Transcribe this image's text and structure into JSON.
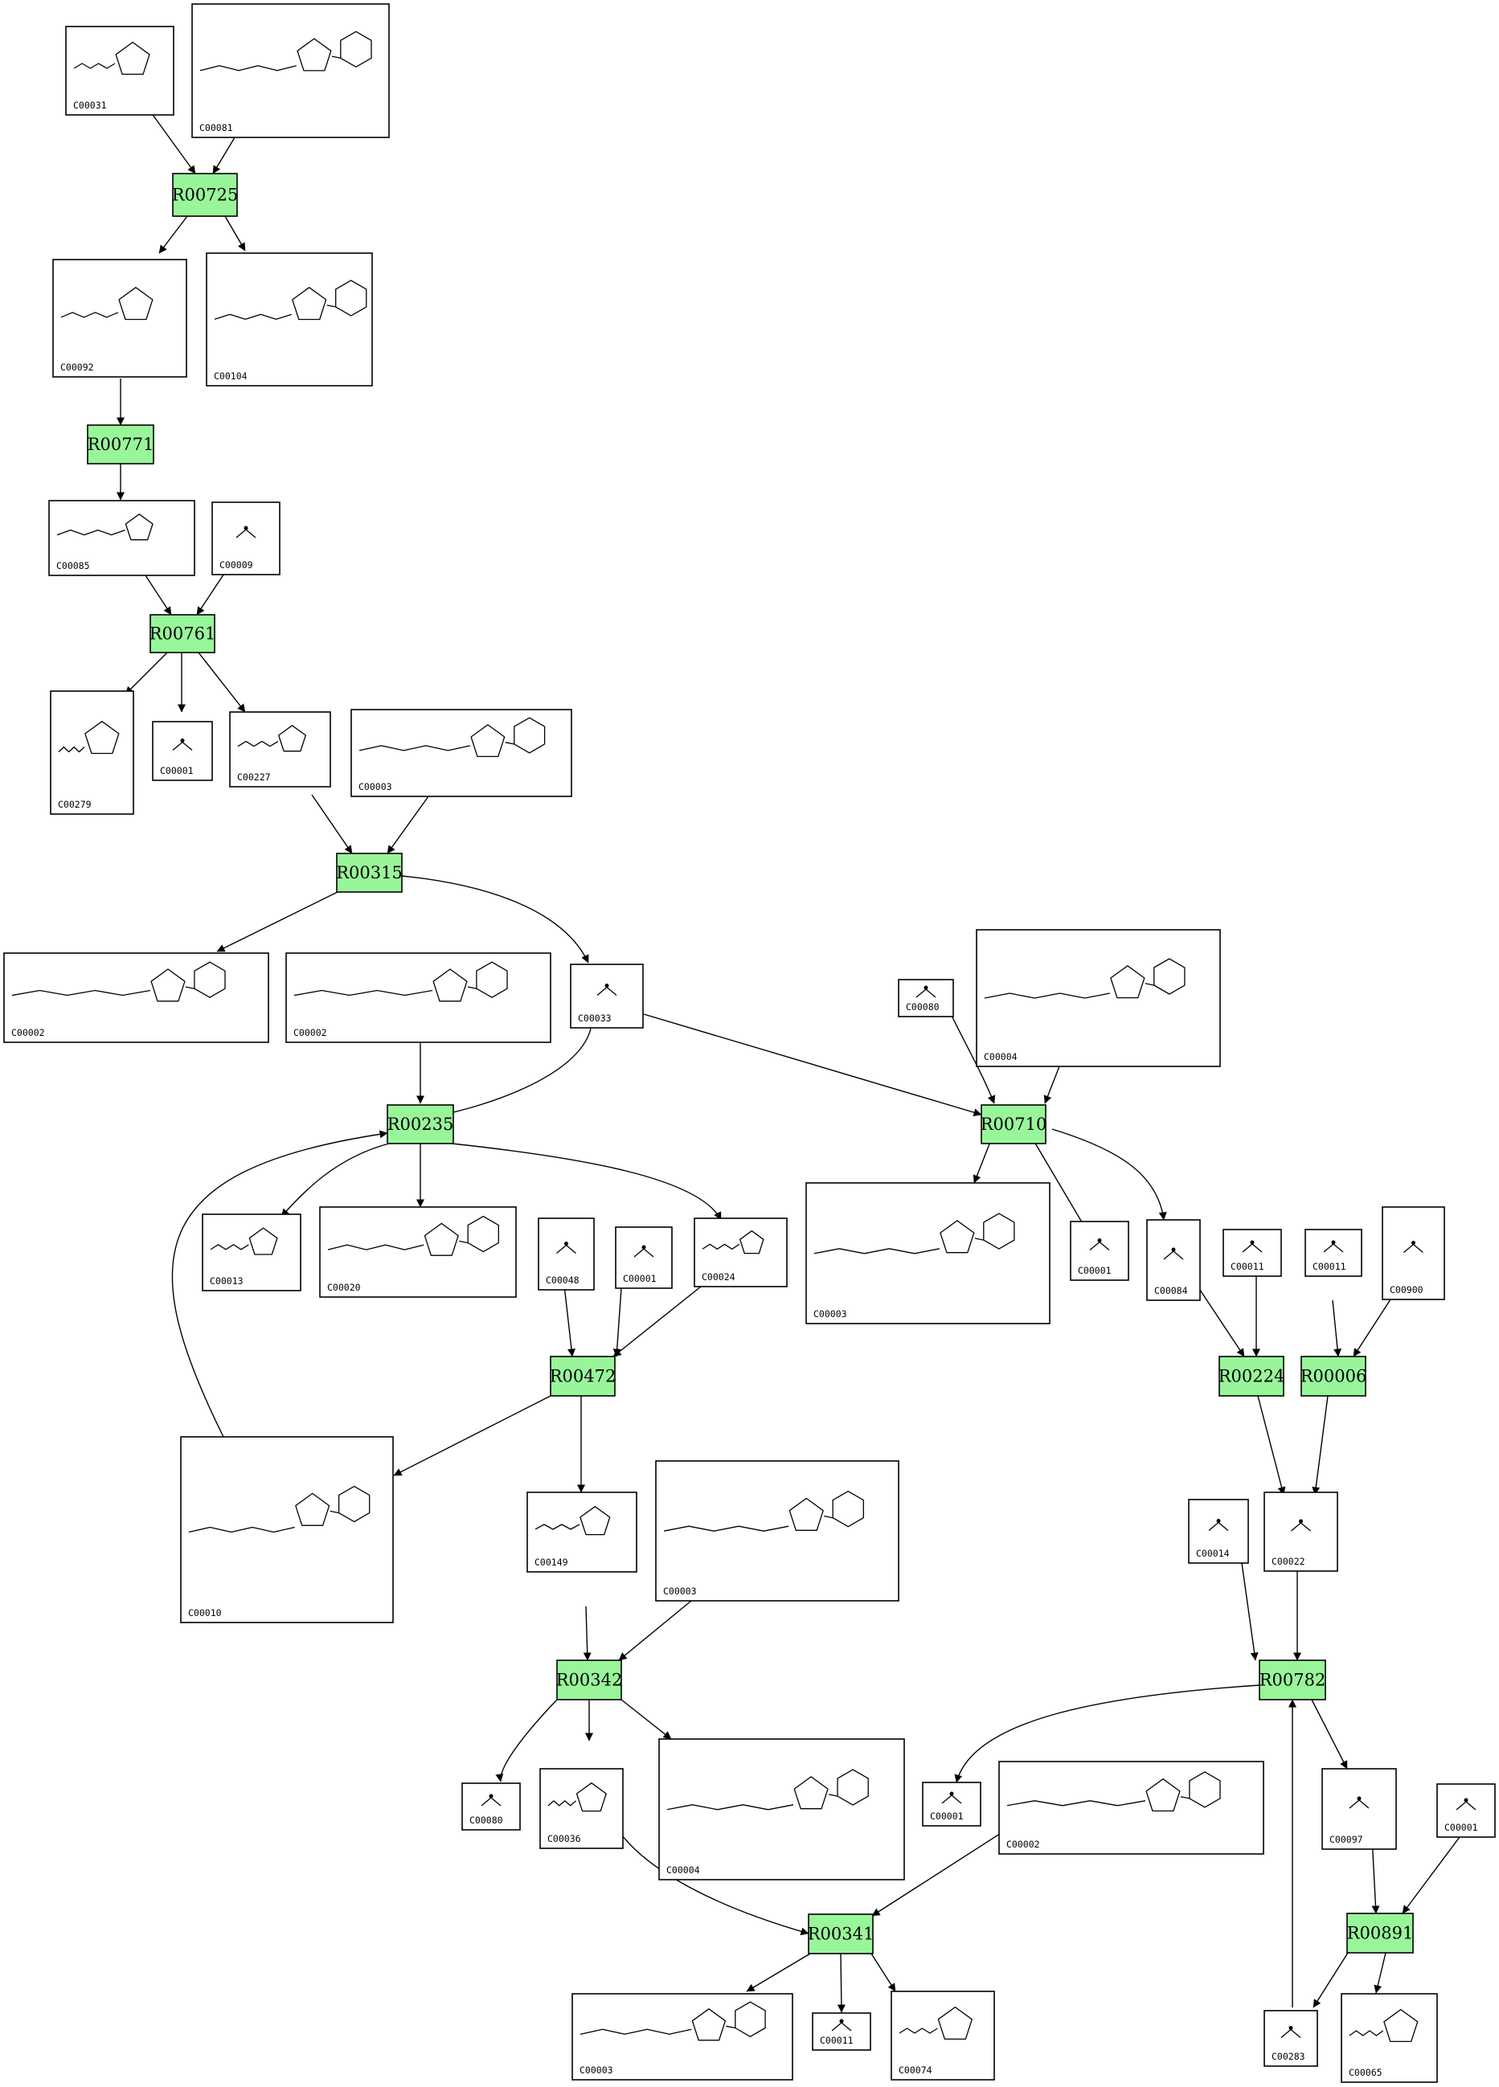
{
  "reactions": [
    {
      "id": "R00725"
    },
    {
      "id": "R00771"
    },
    {
      "id": "R00761"
    },
    {
      "id": "R00315"
    },
    {
      "id": "R00235"
    },
    {
      "id": "R00710"
    },
    {
      "id": "R00472"
    },
    {
      "id": "R00224"
    },
    {
      "id": "R00006"
    },
    {
      "id": "R00342"
    },
    {
      "id": "R00782"
    },
    {
      "id": "R00891"
    },
    {
      "id": "R00341"
    }
  ],
  "compounds": [
    {
      "id": "C00031"
    },
    {
      "id": "C00081"
    },
    {
      "id": "C00092"
    },
    {
      "id": "C00104"
    },
    {
      "id": "C00085"
    },
    {
      "id": "C00009"
    },
    {
      "id": "C00279"
    },
    {
      "id": "C00001"
    },
    {
      "id": "C00227"
    },
    {
      "id": "C00003"
    },
    {
      "id": "C00002"
    },
    {
      "id": "C00002"
    },
    {
      "id": "C00033"
    },
    {
      "id": "C00080"
    },
    {
      "id": "C00004"
    },
    {
      "id": "C00013"
    },
    {
      "id": "C00020"
    },
    {
      "id": "C00048"
    },
    {
      "id": "C00001"
    },
    {
      "id": "C00024"
    },
    {
      "id": "C00003"
    },
    {
      "id": "C00001"
    },
    {
      "id": "C00084"
    },
    {
      "id": "C00011"
    },
    {
      "id": "C00011"
    },
    {
      "id": "C00900"
    },
    {
      "id": "C00010"
    },
    {
      "id": "C00149"
    },
    {
      "id": "C00003"
    },
    {
      "id": "C00014"
    },
    {
      "id": "C00022"
    },
    {
      "id": "C00080"
    },
    {
      "id": "C00036"
    },
    {
      "id": "C00004"
    },
    {
      "id": "C00001"
    },
    {
      "id": "C00002"
    },
    {
      "id": "C00097"
    },
    {
      "id": "C00001"
    },
    {
      "id": "C00003"
    },
    {
      "id": "C00011"
    },
    {
      "id": "C00074"
    },
    {
      "id": "C00283"
    },
    {
      "id": "C00065"
    }
  ]
}
